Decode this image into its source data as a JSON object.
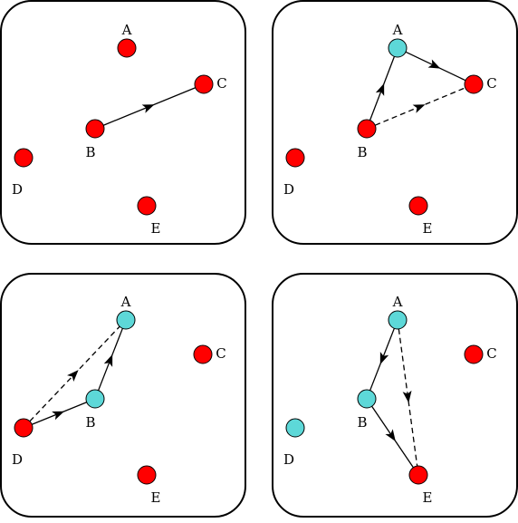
{
  "colors": {
    "red": "#ff0000",
    "cyan": "#5dd8d8",
    "stroke": "#000000",
    "background": "#ffffff"
  },
  "panels": [
    {
      "id": "top-left",
      "nodes": [
        {
          "name": "A",
          "color": "red"
        },
        {
          "name": "B",
          "color": "red"
        },
        {
          "name": "C",
          "color": "red"
        },
        {
          "name": "D",
          "color": "red"
        },
        {
          "name": "E",
          "color": "red"
        }
      ],
      "edges": [
        {
          "from": "B",
          "to": "C",
          "style": "solid"
        }
      ]
    },
    {
      "id": "top-right",
      "nodes": [
        {
          "name": "A",
          "color": "cyan"
        },
        {
          "name": "B",
          "color": "red"
        },
        {
          "name": "C",
          "color": "red"
        },
        {
          "name": "D",
          "color": "red"
        },
        {
          "name": "E",
          "color": "red"
        }
      ],
      "edges": [
        {
          "from": "B",
          "to": "A",
          "style": "solid"
        },
        {
          "from": "A",
          "to": "C",
          "style": "solid"
        },
        {
          "from": "B",
          "to": "C",
          "style": "dashed"
        }
      ]
    },
    {
      "id": "bottom-left",
      "nodes": [
        {
          "name": "A",
          "color": "cyan"
        },
        {
          "name": "B",
          "color": "cyan"
        },
        {
          "name": "C",
          "color": "red"
        },
        {
          "name": "D",
          "color": "red"
        },
        {
          "name": "E",
          "color": "red"
        }
      ],
      "edges": [
        {
          "from": "D",
          "to": "B",
          "style": "solid"
        },
        {
          "from": "B",
          "to": "A",
          "style": "solid"
        },
        {
          "from": "D",
          "to": "A",
          "style": "dashed"
        }
      ]
    },
    {
      "id": "bottom-right",
      "nodes": [
        {
          "name": "A",
          "color": "cyan"
        },
        {
          "name": "B",
          "color": "cyan"
        },
        {
          "name": "C",
          "color": "red"
        },
        {
          "name": "D",
          "color": "cyan"
        },
        {
          "name": "E",
          "color": "red"
        }
      ],
      "edges": [
        {
          "from": "A",
          "to": "B",
          "style": "solid"
        },
        {
          "from": "B",
          "to": "E",
          "style": "solid"
        },
        {
          "from": "A",
          "to": "E",
          "style": "dashed"
        }
      ]
    }
  ]
}
